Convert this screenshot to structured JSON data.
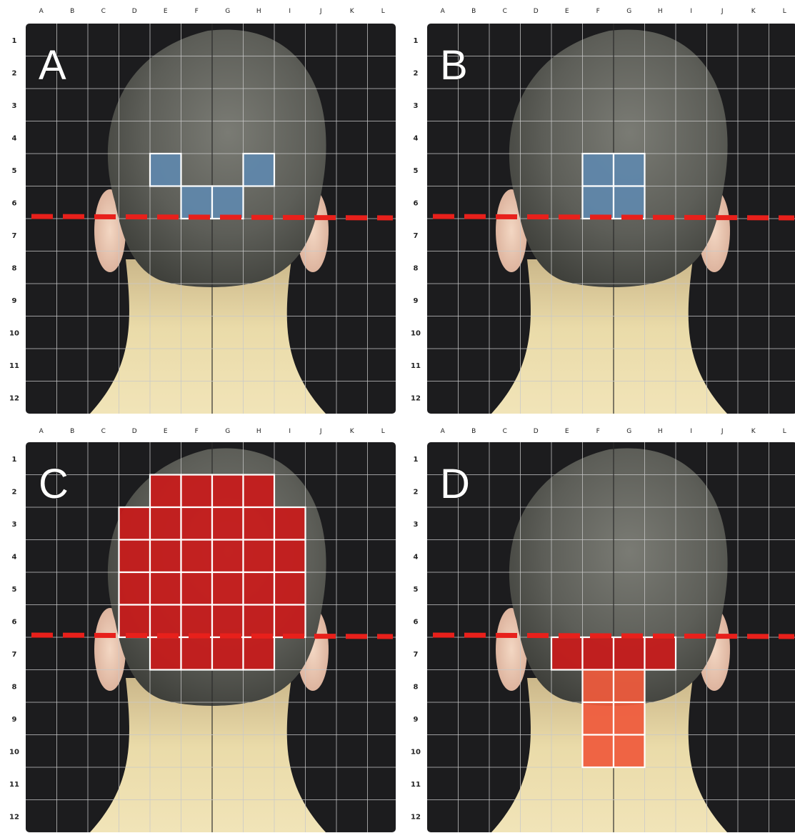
{
  "columns": [
    "A",
    "B",
    "C",
    "D",
    "E",
    "F",
    "G",
    "H",
    "I",
    "J",
    "K",
    "L"
  ],
  "rows": [
    "1",
    "2",
    "3",
    "4",
    "5",
    "6",
    "7",
    "8",
    "9",
    "10",
    "11",
    "12"
  ],
  "colors": {
    "background": "#1c1c1e",
    "grid": "#c9c9c9",
    "hair": "#5e5f5a",
    "skin": "#e6d6a6",
    "dashed_line": "#e8201b",
    "blue_cell": "#5f88ad",
    "red_cell": "#c81b1b",
    "orange_cell": "#ef5a3c",
    "cell_border": "#ffffff"
  },
  "panels": [
    {
      "letter": "A",
      "highlight_color": "blue_cell",
      "highlighted_cells": [
        "E5",
        "H5",
        "F6",
        "G6"
      ]
    },
    {
      "letter": "B",
      "highlight_color": "blue_cell",
      "highlighted_cells": [
        "F5",
        "G5",
        "F6",
        "G6"
      ]
    },
    {
      "letter": "C",
      "highlight_color": "red_cell",
      "highlighted_cells": [
        "E2",
        "F2",
        "G2",
        "H2",
        "D3",
        "E3",
        "F3",
        "G3",
        "H3",
        "I3",
        "D4",
        "E4",
        "F4",
        "G4",
        "H4",
        "I4",
        "D5",
        "E5",
        "F5",
        "G5",
        "H5",
        "I5",
        "D6",
        "E6",
        "F6",
        "G6",
        "H6",
        "I6",
        "E7",
        "F7",
        "G7",
        "H7"
      ]
    },
    {
      "letter": "D",
      "highlight_color": "red_cell",
      "highlighted_cells": [
        "E7",
        "F7",
        "G7",
        "H7",
        "F8",
        "G8",
        "F9",
        "G9",
        "F10",
        "G10"
      ]
    }
  ]
}
